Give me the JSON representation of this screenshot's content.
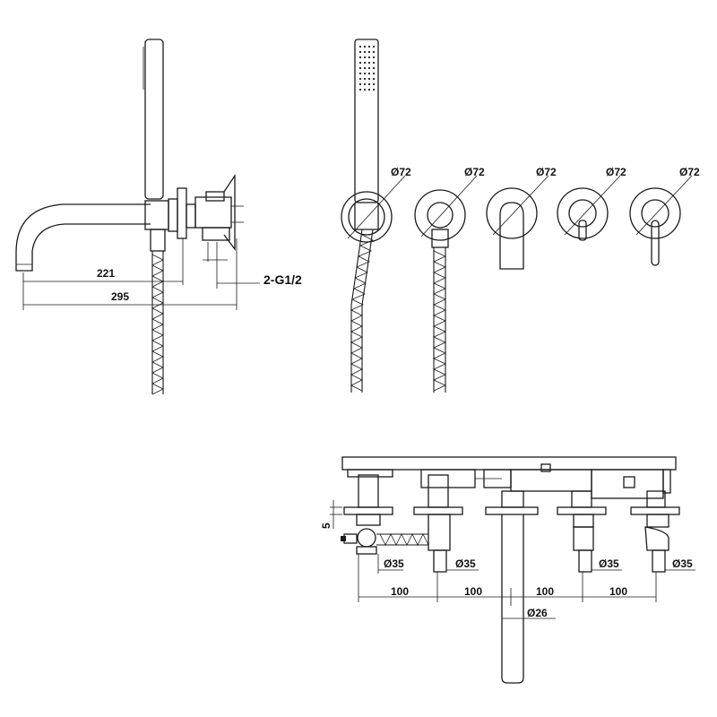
{
  "dims": {
    "side_short": "221",
    "side_long": "295",
    "connection": "2-G1/2",
    "rosette_diameter": "Ø72",
    "valve_diameter": "Ø35",
    "spout_diameter": "Ø26",
    "spacing": "100",
    "offset": "5"
  },
  "colors": {
    "line": "#1a1a1a",
    "background": "#ffffff"
  }
}
